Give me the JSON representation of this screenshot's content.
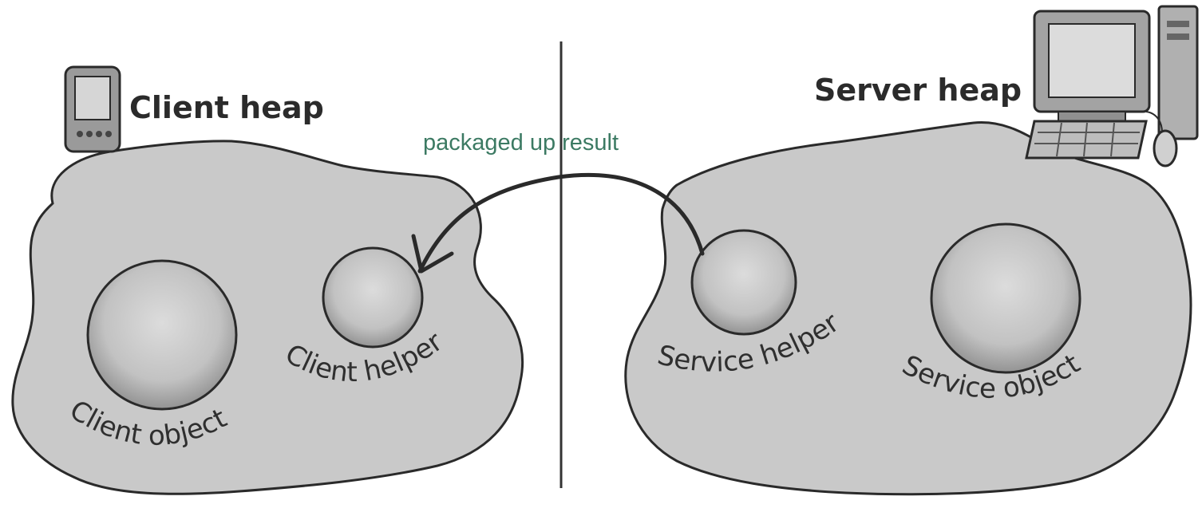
{
  "client": {
    "heap_label": "Client heap",
    "object_label": "Client object",
    "helper_label": "Client helper"
  },
  "server": {
    "heap_label": "Server heap",
    "object_label": "Service object",
    "helper_label": "Service helper"
  },
  "transfer": {
    "label": "packaged up result"
  },
  "colors": {
    "heap_fill": "#c9c9c9",
    "object_fill": "#b5b5b5",
    "outline": "#2a2a2a",
    "label_green": "#3c7a63",
    "divider": "#333333"
  },
  "icons": {
    "client_device": "pda-icon",
    "server_device": "desktop-computer-icon"
  }
}
